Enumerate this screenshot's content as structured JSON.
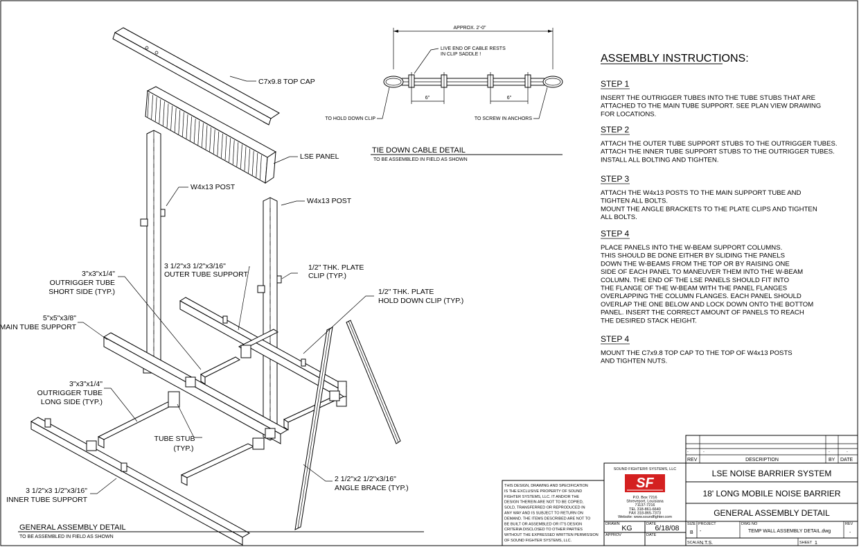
{
  "labels": {
    "top_cap": "C7x9.8 TOP CAP",
    "lse_panel": "LSE PANEL",
    "post_left": "W4x13 POST",
    "post_right": "W4x13 POST",
    "outer_tube_1": "3 1/2\"x3 1/2\"x3/16\"",
    "outer_tube_2": "OUTER TUBE SUPPORT",
    "plate_clip_1": "1/2\" THK. PLATE",
    "plate_clip_2": "CLIP (TYP.)",
    "hold_down_1": "1/2\" THK. PLATE",
    "hold_down_2": "HOLD DOWN CLIP (TYP.)",
    "short_side_1": "3\"x3\"x1/4\"",
    "short_side_2": "OUTRIGGER TUBE",
    "short_side_3": "SHORT SIDE (TYP.)",
    "main_tube_1": "5\"x5\"x3/8\"",
    "main_tube_2": "MAIN TUBE SUPPORT",
    "long_side_1": "3\"x3\"x1/4\"",
    "long_side_2": "OUTRIGGER TUBE",
    "long_side_3": "LONG SIDE (TYP.)",
    "tube_stub_1": "TUBE STUB",
    "tube_stub_2": "(TYP.)",
    "inner_tube_1": "3 1/2\"x3 1/2\"x3/16\"",
    "inner_tube_2": "INNER TUBE SUPPORT",
    "angle_brace_1": "2 1/2\"x2 1/2\"x3/16\"",
    "angle_brace_2": "ANGLE BRACE (TYP.)",
    "general_title": "GENERAL ASSEMBLY DETAIL",
    "general_sub": "TO BE ASSEMBLED IN FIELD AS SHOWN"
  },
  "cable": {
    "approx": "APPROX. 2'-0\"",
    "live_end_1": "LIVE END OF CABLE RESTS",
    "live_end_2": "IN CLIP SADDLE !",
    "six_left": "6\"",
    "six_right": "6\"",
    "hold_down": "TO HOLD DOWN CLIP",
    "screw": "TO SCREW IN ANCHORS",
    "title": "TIE DOWN CABLE DETAIL",
    "sub": "TO BE ASSEMBLED IN FIELD AS SHOWN"
  },
  "instructions": {
    "heading": "ASSEMBLY INSTRUCTIONS:",
    "steps": [
      {
        "title": "STEP 1",
        "lines": [
          "INSERT THE OUTRIGGER TUBES INTO THE TUBE STUBS THAT ARE",
          "ATTACHED TO THE MAIN TUBE SUPPORT. SEE PLAN VIEW DRAWING",
          "FOR LOCATIONS."
        ]
      },
      {
        "title": "STEP 2",
        "lines": [
          "ATTACH THE OUTER TUBE SUPPORT STUBS TO THE OUTRIGGER TUBES.",
          "ATTACH THE INNER TUBE SUPPORT STUBS TO THE OUTRIGGER TUBES.",
          "INSTALL ALL BOLTING AND TIGHTEN."
        ]
      },
      {
        "title": "STEP 3",
        "lines": [
          "ATTACH THE W4x13 POSTS TO THE MAIN SUPPORT TUBE AND",
          "TIGHTEN ALL BOLTS.",
          "MOUNT THE ANGLE BRACKETS TO THE PLATE CLIPS AND TIGHTEN",
          "ALL BOLTS."
        ]
      },
      {
        "title": "STEP 4",
        "lines": [
          "PLACE PANELS INTO THE W-BEAM SUPPORT COLUMNS.",
          "THIS SHOULD BE DONE EITHER BY SLIDING THE PANELS",
          "DOWN THE W-BEAMS FROM THE TOP OR BY RAISING ONE",
          "SIDE OF EACH PANEL TO MANEUVER THEM INTO THE W-BEAM",
          "COLUMN. THE END OF THE LSE PANELS SHOULD FIT INTO",
          "THE FLANGE OF THE W-BEAM WITH THE PANEL FLANGES",
          "OVERLAPPING THE COLUMN FLANGES. EACH PANEL SHOULD",
          "OVERLAP THE ONE BELOW AND LOCK DOWN ONTO THE BOTTOM",
          "PANEL. INSERT THE CORRECT AMOUNT OF PANELS TO REACH",
          "THE DESIRED STACK HEIGHT."
        ]
      },
      {
        "title": "STEP 4",
        "lines": [
          "MOUNT THE C7x9.8 TOP CAP TO THE TOP OF W4x13 POSTS",
          "AND TIGHTEN NUTS."
        ]
      }
    ]
  },
  "disclaimer": [
    "THIS DESIGN, DRAWING AND SPECIFICATION",
    "IS THE EXCLUSIVE PROPERTY OF SOUND",
    "FIGHTER SYSTEMS, LLC. IT AND/OR THE",
    "DESIGN THEREIN ARE NOT TO BE COPIED,",
    "SOLD, TRANSFERRED OR REPRODUCED IN",
    "ANY WAY AND IS SUBJECT TO RETURN ON",
    "DEMAND. THE ITEMS DESCRIBED ARE NOT TO",
    "BE BUILT OR ASSEMBLED OR IT'S DESIGN",
    "CRITERIA DISCLOSED TO OTHER PARTIES",
    "WITHOUT THE EXPRESSED WRITTEN PERMISSION",
    "OF SOUND FIGHTER SYSTEMS, LLC."
  ],
  "company": {
    "name": "SOUND FIGHTER® SYSTEMS, LLC",
    "logo_text": "SF",
    "address": [
      "P.O. Box 7216",
      "Shreveport, Louisiana",
      "71137-7216",
      "TEL 318-861-6640",
      "FAX 318-865-7373",
      "Website: www.soundfighter.com"
    ]
  },
  "title_block": {
    "rev_header": "REV",
    "desc_header": "DESCRIPTION",
    "by_header": "BY",
    "date_header": "DATE",
    "rev_dash": "-",
    "desc_dash": "-",
    "by_dash": "-",
    "date_dash": "-",
    "title1": "LSE NOISE BARRIER SYSTEM",
    "title2": "18' LONG MOBILE NOISE BARRIER",
    "title3": "GENERAL ASSEMBLY DETAIL",
    "drawn_label": "DRAWN",
    "drawn_value": "KG",
    "date_label": "DATE",
    "date_value": "6/18/08",
    "approv_label": "APPROV",
    "date2_label": "DATE",
    "size_label": "SIZE",
    "size_value": "B",
    "project_label": "PROJECT",
    "project_value": "-",
    "dwg_label": "DWG NO",
    "dwg_value": "TEMP WALL ASSEMBLY DETAIL.dwg",
    "rev_label": "REV",
    "rev_value": "-",
    "scale_label": "SCALE",
    "scale_value": "N.T.S.",
    "sheet_label": "SHEET",
    "sheet_value": "1"
  },
  "colors": {
    "ink": "#000000",
    "paper": "#ffffff",
    "logo_red": "#d42020"
  }
}
